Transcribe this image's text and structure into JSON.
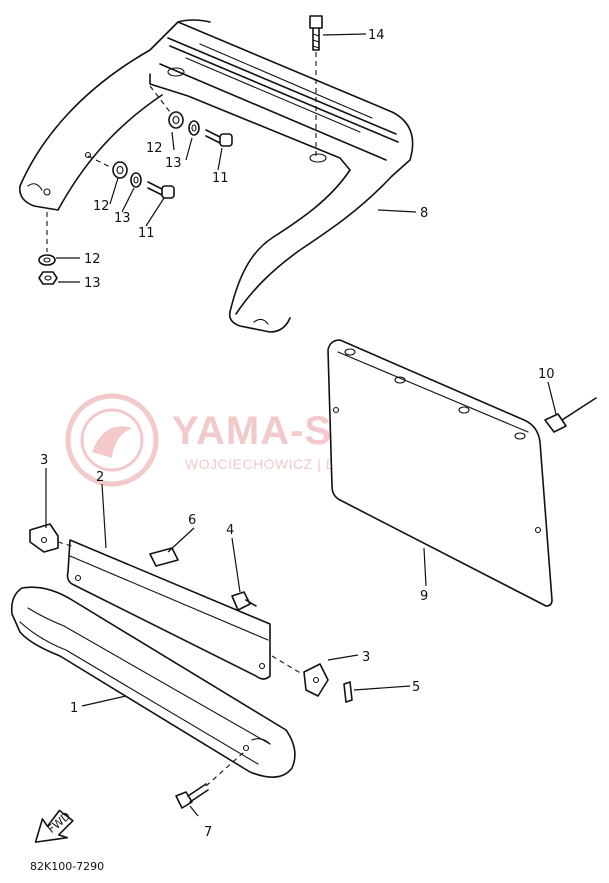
{
  "diagram": {
    "code": "82K100-7290",
    "fwd_label": "FWD",
    "callouts": {
      "c1": "1",
      "c2": "2",
      "c3a": "3",
      "c3b": "3",
      "c4": "4",
      "c5": "5",
      "c6": "6",
      "c7": "7",
      "c8": "8",
      "c9": "9",
      "c10": "10",
      "c11a": "11",
      "c11b": "11",
      "c12a": "12",
      "c12b": "12",
      "c12c": "12",
      "c13a": "13",
      "c13b": "13",
      "c13c": "13",
      "c14": "14"
    }
  },
  "watermark": {
    "title": "YAMA-SKLEP.PL",
    "subtitle": "WOJCIECHOWICZ | DEALER YAMAHA",
    "color": "#f3c9c9"
  }
}
